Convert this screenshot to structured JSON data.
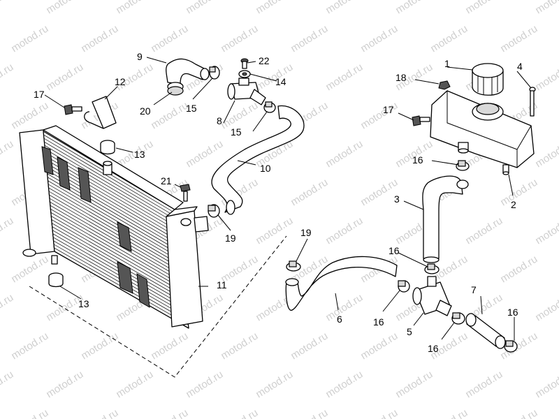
{
  "watermark": "motod.ru",
  "callouts": {
    "c1": "1",
    "c2": "2",
    "c3": "3",
    "c4": "4",
    "c5": "5",
    "c6": "6",
    "c7": "7",
    "c8": "8",
    "c9": "9",
    "c10": "10",
    "c11": "11",
    "c12": "12",
    "c13a": "13",
    "c13b": "13",
    "c14": "14",
    "c15a": "15",
    "c15b": "15",
    "c16a": "16",
    "c16b": "16",
    "c16c": "16",
    "c16d": "16",
    "c16e": "16",
    "c17a": "17",
    "c17b": "17",
    "c18": "18",
    "c19a": "19",
    "c19b": "19",
    "c20": "20",
    "c21": "21",
    "c22": "22"
  }
}
